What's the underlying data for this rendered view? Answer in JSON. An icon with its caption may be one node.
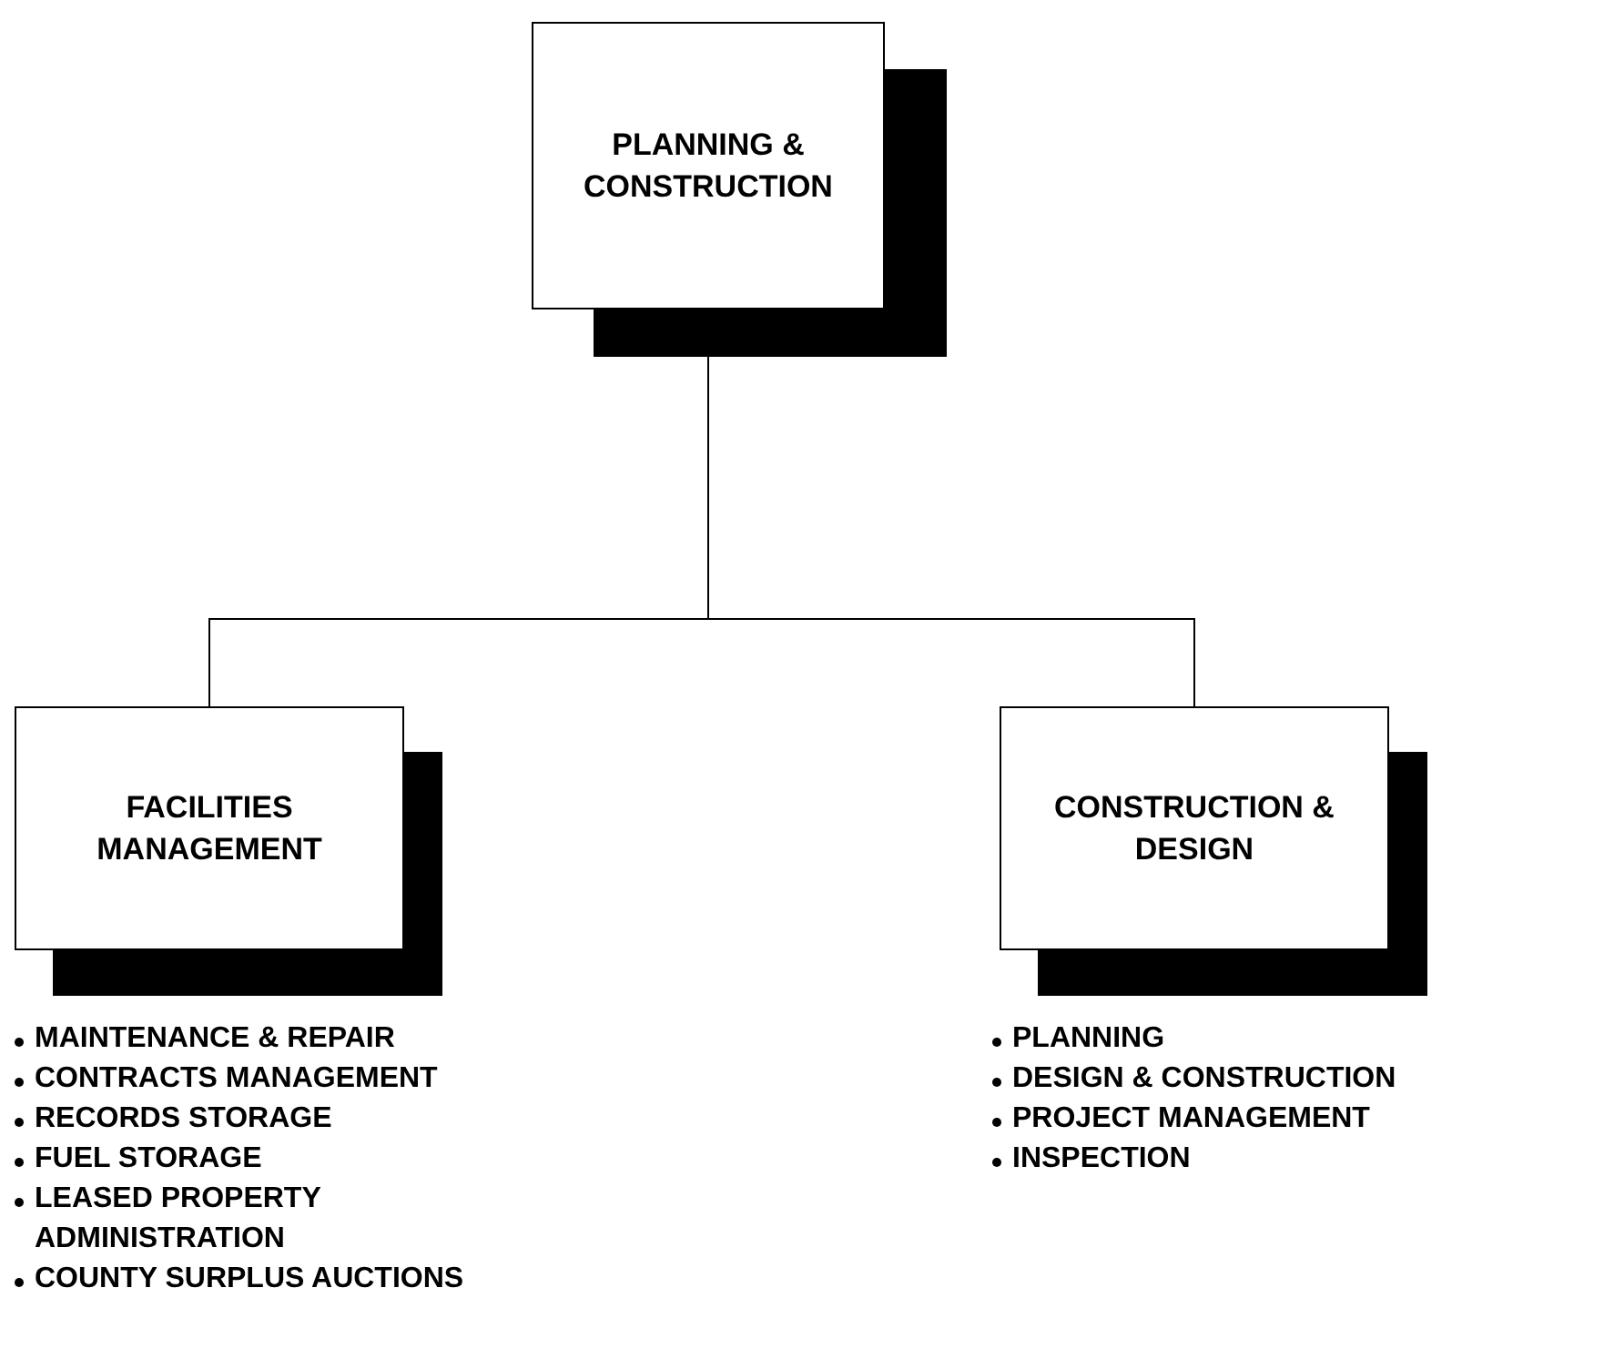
{
  "diagram": {
    "nodes": [
      {
        "text": [
          "PLANNING & CONSTRUCTION"
        ]
      },
      {
        "text": [
          "FACILITIES MANAGEMENT"
        ],
        "beside": [
          "MAINTENANCE & REPAIR",
          "CONTRACTS MANAGEMENT",
          "RECORDS STORAGE",
          "FUEL STORAGE",
          "LEASED PROPERTY ADMINISTRATION",
          "COUNTY SURPLUS AUCTIONS"
        ]
      },
      {
        "text": [
          "CONSTRUCTION & DESIGN"
        ],
        "beside": [
          "PLANNING",
          "DESIGN & CONSTRUCTION",
          "PROJECT MANAGEMENT",
          "INSPECTION"
        ]
      }
    ],
    "edges": [
      {
        "from": 0,
        "to": 1,
        "arrow": "none"
      },
      {
        "from": 0,
        "to": 2,
        "arrow": "none"
      }
    ]
  }
}
